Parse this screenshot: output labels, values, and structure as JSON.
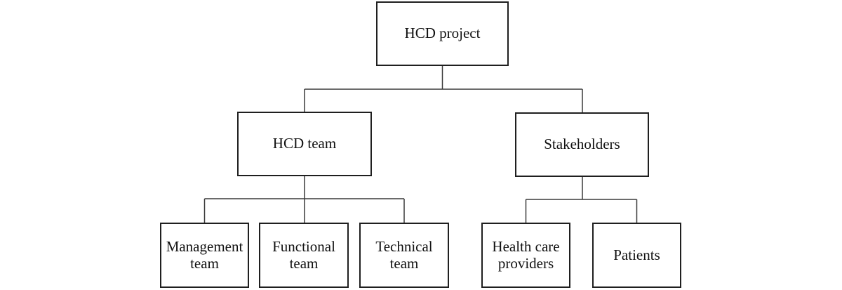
{
  "diagram": {
    "type": "org-chart",
    "background_color": "#ffffff",
    "box_border_color": "#1f1f1f",
    "connector_color": "#3a3a3a",
    "text_color": "#111111",
    "nodes": [
      {
        "id": "hcd-project",
        "label": "HCD project",
        "level": 1,
        "parent": null
      },
      {
        "id": "hcd-team",
        "label": "HCD team",
        "level": 2,
        "parent": "hcd-project"
      },
      {
        "id": "stakeholders",
        "label": "Stakeholders",
        "level": 2,
        "parent": "hcd-project"
      },
      {
        "id": "management-team",
        "label": "Management\nteam",
        "level": 3,
        "parent": "hcd-team"
      },
      {
        "id": "functional-team",
        "label": "Functional\nteam",
        "level": 3,
        "parent": "hcd-team"
      },
      {
        "id": "technical-team",
        "label": "Technical\nteam",
        "level": 3,
        "parent": "hcd-team"
      },
      {
        "id": "health-care-providers",
        "label": "Health care\nproviders",
        "level": 3,
        "parent": "stakeholders"
      },
      {
        "id": "patients",
        "label": "Patients",
        "level": 3,
        "parent": "stakeholders"
      }
    ]
  }
}
